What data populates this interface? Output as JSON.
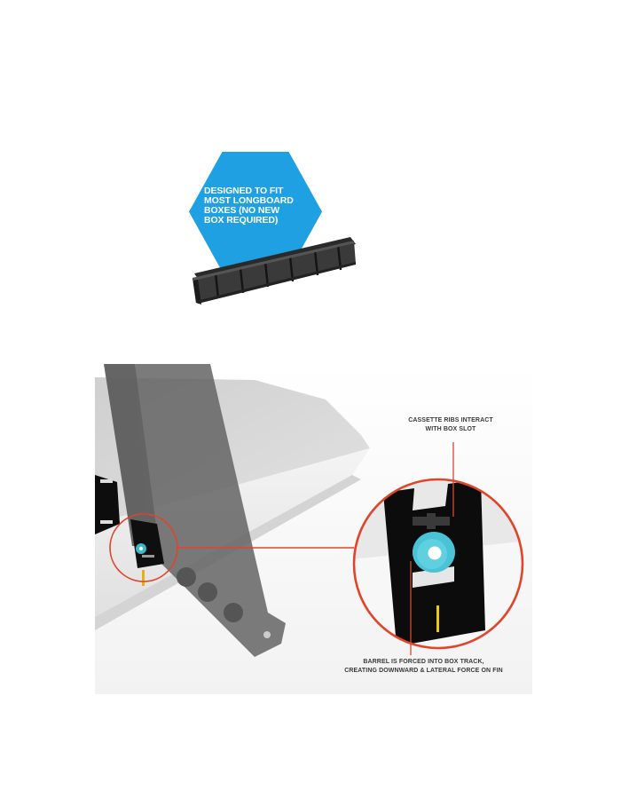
{
  "product_shot": {
    "badge_text": "DESIGNED TO FIT MOST LONGBOARD BOXES (NO NEW BOX REQUIRED)",
    "badge_lines": [
      "DESIGNED TO FIT",
      "MOST LONGBOARD",
      "BOXES (NO NEW",
      "BOX REQUIRED)"
    ],
    "badge_color": "#1ea0e2",
    "object": "black-fin-cassette"
  },
  "diagram": {
    "callouts": {
      "top": {
        "lines": [
          "CASSETTE RIBS INTERACT",
          "WITH BOX SLOT"
        ]
      },
      "bottom": {
        "lines": [
          "BARREL IS FORCED INTO BOX TRACK,",
          "CREATING DOWNWARD & LATERAL FORCE ON FIN"
        ]
      }
    },
    "colors": {
      "callout_circle": "#e0442a",
      "barrel": "#4bc3d6",
      "fin": "#6e6e6e",
      "board": "#e6e6e6",
      "stringer": "#f0c419"
    }
  }
}
